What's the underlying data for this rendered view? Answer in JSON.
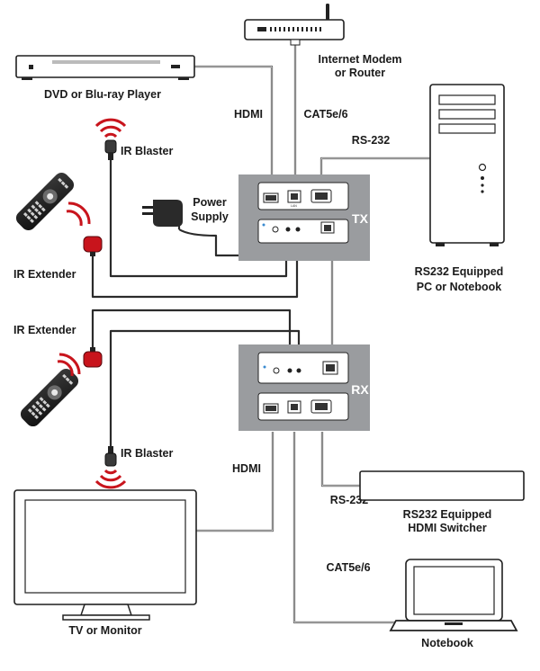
{
  "labels": {
    "modem": "Internet Modem or Router",
    "modem_line1": "Internet Modem",
    "modem_line2": "or Router",
    "dvd": "DVD or Blu-ray Player",
    "hdmi_top": "HDMI",
    "cat_top": "CAT5e/6",
    "rs232_top": "RS-232",
    "ir_blaster_top": "IR Blaster",
    "power_line1": "Power",
    "power_line2": "Supply",
    "tx": "TX",
    "ir_extender_top": "IR Extender",
    "pc_line1": "RS232 Equipped",
    "pc_line2": "PC or Notebook",
    "ir_extender_bottom": "IR Extender",
    "rx": "RX",
    "ir_blaster_bottom": "IR Blaster",
    "hdmi_bottom": "HDMI",
    "rs232_bottom": "RS-232",
    "switcher_line1": "RS232 Equipped",
    "switcher_line2": "HDMI Switcher",
    "cat_bottom": "CAT5e/6",
    "tv": "TV or Monitor",
    "notebook": "Notebook"
  },
  "icons": {
    "modem": "router-icon",
    "dvd": "dvd-player-icon",
    "pc": "desktop-tower-icon",
    "remote": "remote-control-icon",
    "ir_blaster": "ir-blaster-icon",
    "ir_extender": "ir-extender-icon",
    "power": "power-adapter-icon",
    "tv": "monitor-icon",
    "switcher": "hdmi-switcher-icon",
    "notebook": "laptop-icon"
  },
  "colors": {
    "unit_panel": "#9a9c9f",
    "ir_red": "#c8141c",
    "cable": "#2b2b2b"
  }
}
